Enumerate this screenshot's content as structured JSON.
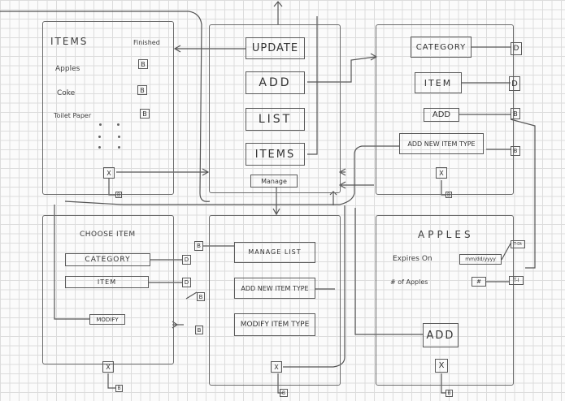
{
  "items_screen": {
    "title": "ITEMS",
    "finished_header": "Finished",
    "rows": [
      {
        "name": "Apples",
        "button": "B"
      },
      {
        "name": "Coke",
        "button": "B"
      },
      {
        "name": "Toilet Paper",
        "button": "B"
      }
    ],
    "close": "X",
    "close_tag": "B"
  },
  "main_menu": {
    "buttons": [
      "UPDATE",
      "ADD",
      "LIST",
      "ITEMS"
    ],
    "manage": "Manage"
  },
  "add_screen": {
    "category": "CATEGORY",
    "category_tag": "D",
    "item": "ITEM",
    "item_tag": "D",
    "add": "ADD",
    "add_tag": "B",
    "add_new_item_type": "ADD NEW ITEM TYPE",
    "add_new_item_type_tag": "B",
    "close": "X",
    "close_tag": "B"
  },
  "choose_item_screen": {
    "title": "CHOOSE ITEM",
    "category": "CATEGORY",
    "category_tag": "D",
    "item": "ITEM",
    "item_tag": "D",
    "modify": "MODIFY",
    "close": "X",
    "close_tag": "B"
  },
  "manage_screen": {
    "manage_list": "MANAGE LIST",
    "manage_list_tag": "B",
    "add_new_item_type": "ADD NEW ITEM TYPE",
    "add_new_item_type_tag": "B",
    "modify_item_type": "MODIFY ITEM TYPE",
    "modify_item_type_tag": "B",
    "close": "X",
    "close_tag": "B"
  },
  "apples_screen": {
    "title": "APPLES",
    "expires_label": "Expires On",
    "expires_value": "mm/dd/yyyy",
    "expires_tag": "T-Dt",
    "count_label": "# of Apples",
    "count_value": "#",
    "count_tag": "T-I",
    "add": "ADD",
    "close": "X",
    "close_tag": "B"
  }
}
